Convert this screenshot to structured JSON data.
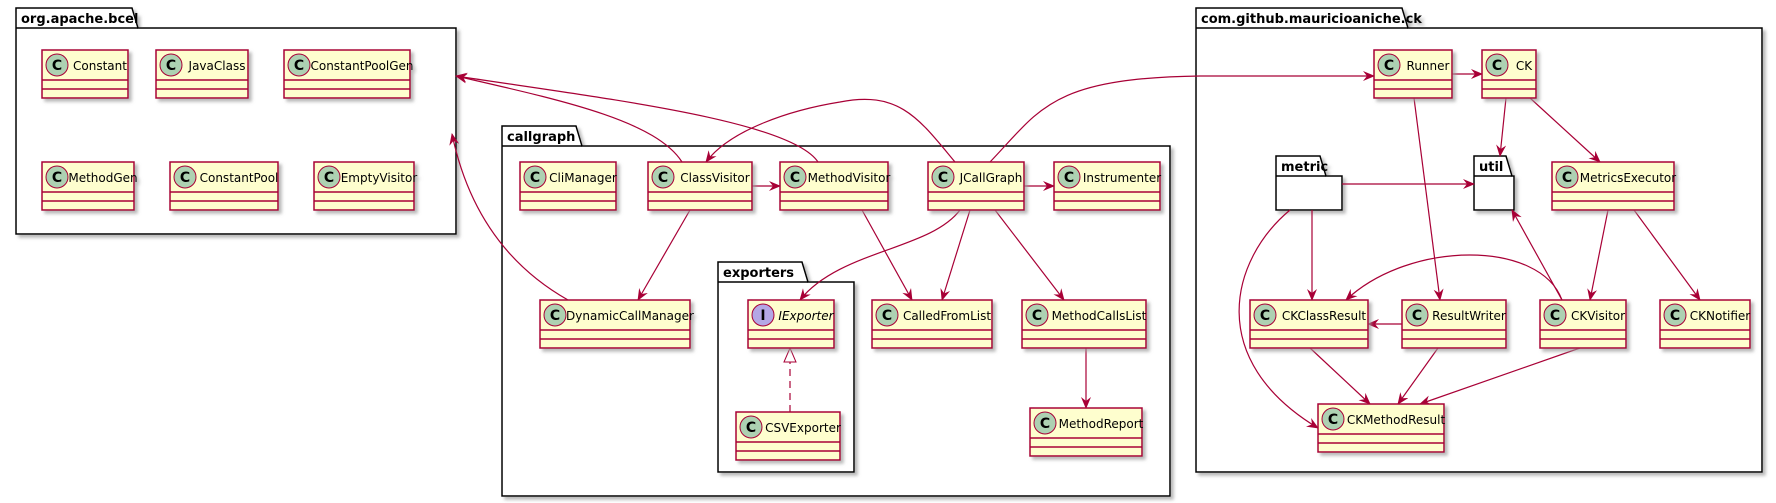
{
  "colors": {
    "class_fill": "#FEFECE",
    "class_border": "#A80036",
    "edge": "#A80036",
    "spot_class": "#ADD1B2",
    "spot_interface": "#B4A7E5",
    "package_fill": "#FFFFFF",
    "package_border": "#000000",
    "shadow": "#BBBBBB"
  },
  "packages": [
    {
      "id": "bcel",
      "name": "org.apache.bcel",
      "icon": "package-folder-icon"
    },
    {
      "id": "callgraph",
      "name": "callgraph",
      "icon": "package-folder-icon"
    },
    {
      "id": "exporters",
      "name": "exporters",
      "icon": "package-folder-icon"
    },
    {
      "id": "ck",
      "name": "com.github.mauricioaniche.ck",
      "icon": "package-folder-icon"
    },
    {
      "id": "metric",
      "name": "metric",
      "icon": "package-folder-icon"
    },
    {
      "id": "util",
      "name": "util",
      "icon": "package-folder-icon"
    }
  ],
  "classes": [
    {
      "id": "Constant",
      "name": "Constant",
      "stereotype": "C"
    },
    {
      "id": "JavaClass",
      "name": "JavaClass",
      "stereotype": "C"
    },
    {
      "id": "ConstantPoolGen",
      "name": "ConstantPoolGen",
      "stereotype": "C"
    },
    {
      "id": "MethodGen",
      "name": "MethodGen",
      "stereotype": "C"
    },
    {
      "id": "ConstantPool",
      "name": "ConstantPool",
      "stereotype": "C"
    },
    {
      "id": "EmptyVisitor",
      "name": "EmptyVisitor",
      "stereotype": "C"
    },
    {
      "id": "CliManager",
      "name": "CliManager",
      "stereotype": "C"
    },
    {
      "id": "ClassVisitor",
      "name": "ClassVisitor",
      "stereotype": "C"
    },
    {
      "id": "MethodVisitor",
      "name": "MethodVisitor",
      "stereotype": "C"
    },
    {
      "id": "JCallGraph",
      "name": "JCallGraph",
      "stereotype": "C"
    },
    {
      "id": "Instrumenter",
      "name": "Instrumenter",
      "stereotype": "C"
    },
    {
      "id": "DynamicCallManager",
      "name": "DynamicCallManager",
      "stereotype": "C"
    },
    {
      "id": "IExporter",
      "name": "IExporter",
      "stereotype": "I"
    },
    {
      "id": "CSVExporter",
      "name": "CSVExporter",
      "stereotype": "C"
    },
    {
      "id": "CalledFromList",
      "name": "CalledFromList",
      "stereotype": "C"
    },
    {
      "id": "MethodCallsList",
      "name": "MethodCallsList",
      "stereotype": "C"
    },
    {
      "id": "MethodReport",
      "name": "MethodReport",
      "stereotype": "C"
    },
    {
      "id": "Runner",
      "name": "Runner",
      "stereotype": "C"
    },
    {
      "id": "CK",
      "name": "CK",
      "stereotype": "C"
    },
    {
      "id": "MetricsExecutor",
      "name": "MetricsExecutor",
      "stereotype": "C"
    },
    {
      "id": "CKClassResult",
      "name": "CKClassResult",
      "stereotype": "C"
    },
    {
      "id": "ResultWriter",
      "name": "ResultWriter",
      "stereotype": "C"
    },
    {
      "id": "CKVisitor",
      "name": "CKVisitor",
      "stereotype": "C"
    },
    {
      "id": "CKNotifier",
      "name": "CKNotifier",
      "stereotype": "C"
    },
    {
      "id": "CKMethodResult",
      "name": "CKMethodResult",
      "stereotype": "C"
    }
  ],
  "edges": [
    {
      "from": "ClassVisitor",
      "to": "bcel",
      "kind": "dependency"
    },
    {
      "from": "MethodVisitor",
      "to": "bcel",
      "kind": "dependency"
    },
    {
      "from": "DynamicCallManager",
      "to": "bcel",
      "kind": "dependency"
    },
    {
      "from": "ClassVisitor",
      "to": "MethodVisitor",
      "kind": "dependency"
    },
    {
      "from": "ClassVisitor",
      "to": "DynamicCallManager",
      "kind": "dependency"
    },
    {
      "from": "JCallGraph",
      "to": "ClassVisitor",
      "kind": "dependency"
    },
    {
      "from": "JCallGraph",
      "to": "Instrumenter",
      "kind": "dependency"
    },
    {
      "from": "JCallGraph",
      "to": "IExporter",
      "kind": "dependency"
    },
    {
      "from": "JCallGraph",
      "to": "CalledFromList",
      "kind": "dependency"
    },
    {
      "from": "JCallGraph",
      "to": "MethodCallsList",
      "kind": "dependency"
    },
    {
      "from": "JCallGraph",
      "to": "Runner",
      "kind": "dependency"
    },
    {
      "from": "MethodVisitor",
      "to": "CalledFromList",
      "kind": "dependency"
    },
    {
      "from": "MethodCallsList",
      "to": "MethodReport",
      "kind": "dependency"
    },
    {
      "from": "CSVExporter",
      "to": "IExporter",
      "kind": "realization"
    },
    {
      "from": "Runner",
      "to": "CK",
      "kind": "dependency"
    },
    {
      "from": "Runner",
      "to": "ResultWriter",
      "kind": "dependency"
    },
    {
      "from": "CK",
      "to": "util",
      "kind": "dependency"
    },
    {
      "from": "CK",
      "to": "MetricsExecutor",
      "kind": "dependency"
    },
    {
      "from": "metric",
      "to": "util",
      "kind": "dependency"
    },
    {
      "from": "metric",
      "to": "CKClassResult",
      "kind": "dependency"
    },
    {
      "from": "metric",
      "to": "CKMethodResult",
      "kind": "dependency"
    },
    {
      "from": "MetricsExecutor",
      "to": "CKVisitor",
      "kind": "dependency"
    },
    {
      "from": "MetricsExecutor",
      "to": "CKNotifier",
      "kind": "dependency"
    },
    {
      "from": "CKVisitor",
      "to": "util",
      "kind": "dependency"
    },
    {
      "from": "CKVisitor",
      "to": "CKClassResult",
      "kind": "dependency"
    },
    {
      "from": "CKVisitor",
      "to": "CKMethodResult",
      "kind": "dependency"
    },
    {
      "from": "ResultWriter",
      "to": "CKClassResult",
      "kind": "dependency"
    },
    {
      "from": "ResultWriter",
      "to": "CKMethodResult",
      "kind": "dependency"
    },
    {
      "from": "CKClassResult",
      "to": "CKMethodResult",
      "kind": "dependency"
    }
  ]
}
